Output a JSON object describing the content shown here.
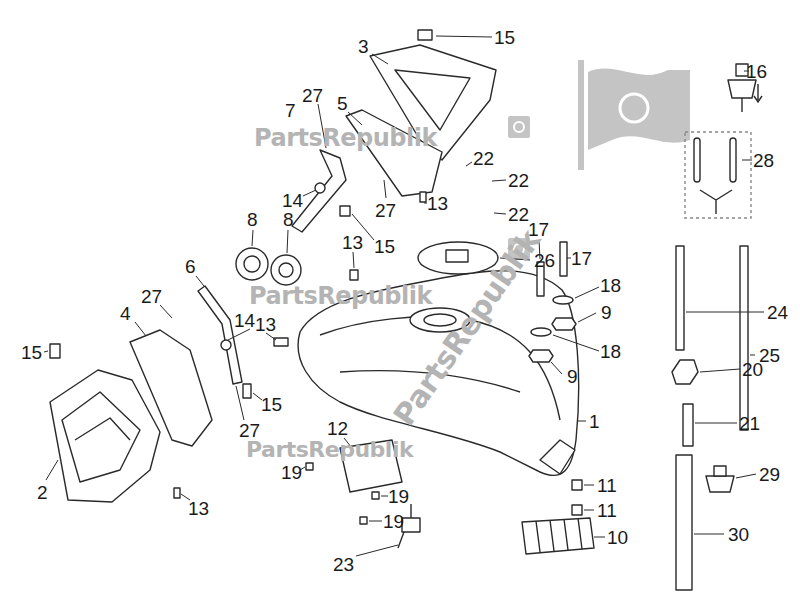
{
  "diagram": {
    "labels": [
      "15",
      "3",
      "16",
      "27",
      "5",
      "7",
      "28",
      "22",
      "22",
      "14",
      "27",
      "13",
      "22",
      "8",
      "8",
      "17",
      "15",
      "17",
      "26",
      "13",
      "6",
      "18",
      "27",
      "9",
      "24",
      "4",
      "14",
      "13",
      "18",
      "15",
      "25",
      "20",
      "9",
      "15",
      "1",
      "21",
      "12",
      "27",
      "19",
      "29",
      "11",
      "2",
      "19",
      "13",
      "11",
      "19",
      "30",
      "10",
      "23",
      "PartsRepublik",
      "PartsRepublik",
      "PartsRepublik",
      "PartsRepublik"
    ]
  }
}
